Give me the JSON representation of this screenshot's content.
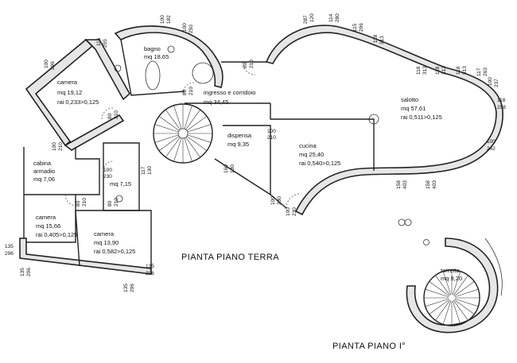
{
  "titles": {
    "ground_floor": "PIANTA PIANO TERRA",
    "first_floor": "PIANTA PIANO I°"
  },
  "rooms": [
    {
      "id": "camera1",
      "name": "camera",
      "area": "mq 19,12",
      "rai": "rai 0,233>0,125"
    },
    {
      "id": "bagno",
      "name": "bagno",
      "area": "mq 18,65",
      "rai": ""
    },
    {
      "id": "ingresso",
      "name": "ingresso e corridoio",
      "area": "mq 34,45",
      "rai": ""
    },
    {
      "id": "salotto",
      "name": "salotto",
      "area": "mq 57,61",
      "rai": "rai 0,511>0,125"
    },
    {
      "id": "dispensa",
      "name": "dispensa",
      "area": "mq 9,35",
      "rai": ""
    },
    {
      "id": "cucina",
      "name": "cucina",
      "area": "mq 25,40",
      "rai": "rai 0,540>0,125"
    },
    {
      "id": "cabina",
      "name": "cabina armadio",
      "area": "mq 7,06",
      "rai": ""
    },
    {
      "id": "wc",
      "name": "",
      "area": "mq 7,15",
      "rai": ""
    },
    {
      "id": "camera2",
      "name": "camera",
      "area": "mq 15,66",
      "rai": "rai 0,405>0,125"
    },
    {
      "id": "camera3",
      "name": "camera",
      "area": "mq 13,90",
      "rai": "rai 0,582>0,125"
    },
    {
      "id": "torretta",
      "name": "torretta",
      "area": "mq 9,20",
      "rai": ""
    }
  ],
  "dimensions": [
    "100",
    "296",
    "116",
    "255",
    "100",
    "182",
    "100",
    "250",
    "80",
    "210",
    "80",
    "210",
    "80",
    "210",
    "287",
    "120",
    "114",
    "280",
    "115",
    "296",
    "118",
    "313",
    "118",
    "313",
    "118",
    "313",
    "118",
    "313",
    "117",
    "263",
    "100",
    "237",
    "118",
    "258",
    "100",
    "242",
    "158",
    "403",
    "158",
    "403",
    "100",
    "210",
    "100",
    "230",
    "100",
    "230",
    "160",
    "130",
    "117",
    "130",
    "100",
    "210",
    "100",
    "230",
    "80",
    "210",
    "80",
    "210",
    "135",
    "296",
    "135",
    "296",
    "135",
    "296",
    "135",
    "296",
    "100",
    "240",
    "80",
    "210"
  ]
}
